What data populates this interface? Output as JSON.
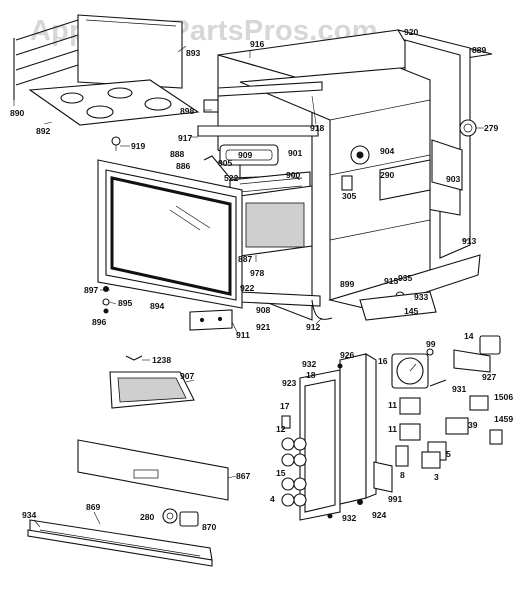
{
  "watermark": "AppliancePartsPros.com",
  "labels": {
    "l890": "890",
    "l893": "893",
    "l892": "892",
    "l919": "919",
    "l916": "916",
    "l920": "920",
    "l889": "889",
    "l898": "898",
    "l918": "918",
    "l279": "279",
    "l917": "917",
    "l888": "888",
    "l909": "909",
    "l901": "901",
    "l904": "904",
    "l886": "886",
    "l905": "905",
    "l522": "522",
    "l900": "900",
    "l290": "290",
    "l305": "305",
    "l903": "903",
    "l913": "913",
    "l887": "887",
    "l978": "978",
    "l935": "935",
    "l899": "899",
    "l915": "915",
    "l933": "933",
    "l145": "145",
    "l897": "897",
    "l895": "895",
    "l894": "894",
    "l896": "896",
    "l922": "922",
    "l908": "908",
    "l921": "921",
    "l912": "912",
    "l911": "911",
    "l1238": "1238",
    "l907": "907",
    "l932a": "932",
    "l926": "926",
    "l99": "99",
    "l14": "14",
    "l16": "16",
    "l18": "18",
    "l923": "923",
    "l927": "927",
    "l931": "931",
    "l1506": "1506",
    "l17": "17",
    "l11a": "11",
    "l11b": "11",
    "l12": "12",
    "l1459": "1459",
    "l39": "39",
    "l5": "5",
    "l8": "8",
    "l15": "15",
    "l3": "3",
    "l867": "867",
    "l991": "991",
    "l934": "934",
    "l869": "869",
    "l4": "4",
    "l924": "924",
    "l932b": "932",
    "l280": "280",
    "l870": "870"
  }
}
